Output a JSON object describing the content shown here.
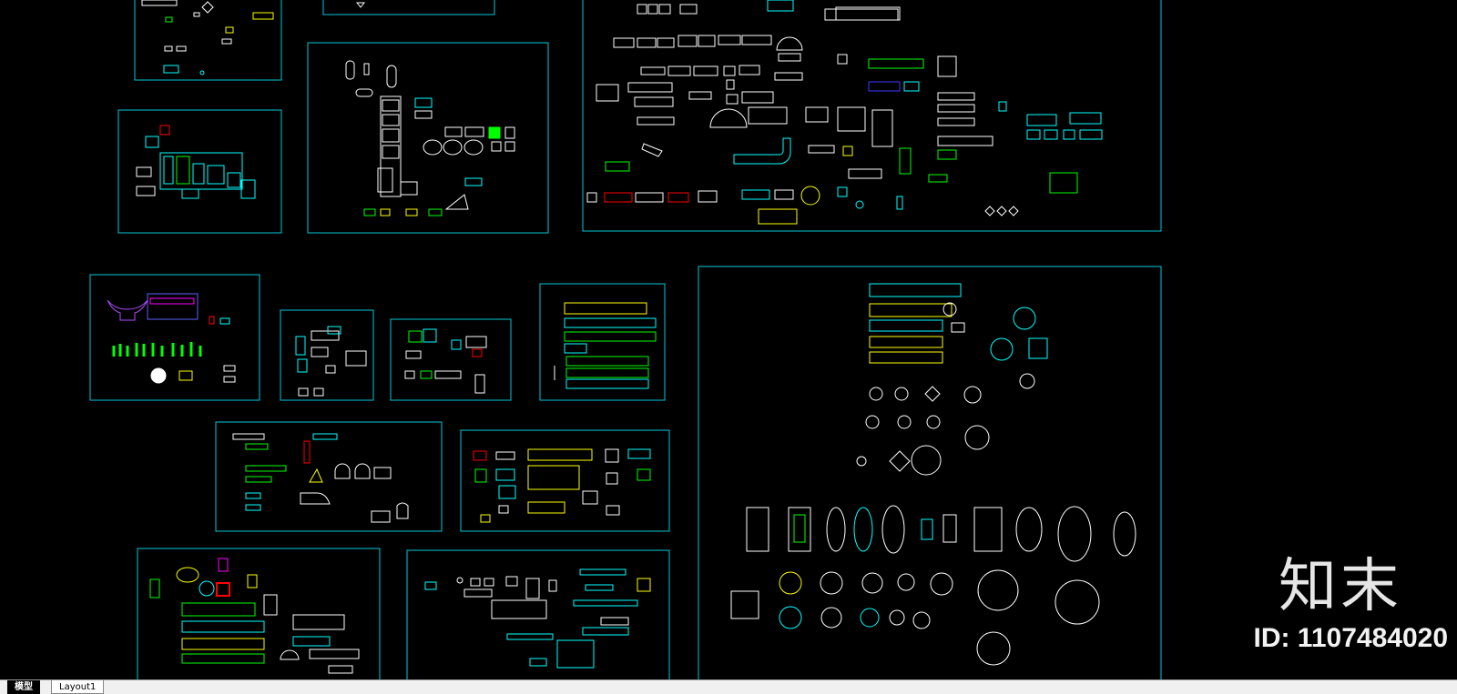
{
  "viewport": {
    "background": "#000000",
    "frame_color": "#00c8d8"
  },
  "watermark": {
    "brand": "知末",
    "id_text": "ID: 1107484020"
  },
  "layout_tabs": {
    "model_label": "模型",
    "layout1_label": "Layout1"
  },
  "colors": {
    "white": "#ffffff",
    "cyan": "#00ffff",
    "green": "#00ff00",
    "yellow": "#ffff00",
    "red": "#ff0000",
    "blue": "#3a3aff",
    "magenta": "#ff00ff",
    "purple": "#a040ff"
  }
}
